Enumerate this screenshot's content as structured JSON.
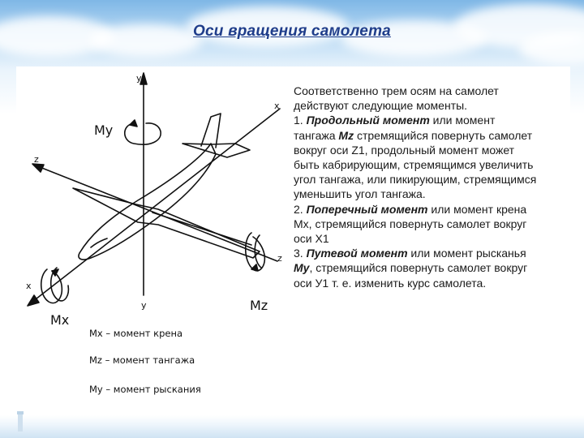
{
  "slide": {
    "title": "Оси вращения самолета"
  },
  "diagram": {
    "axis_labels": {
      "y_top": "y",
      "y_bottom": "y",
      "x_right": "x",
      "x_left": "x",
      "z_left": "z",
      "z_right": "z"
    },
    "moment_labels": {
      "my": "My",
      "mx": "Mx",
      "mz": "Mz"
    },
    "legend": [
      "Mx – момент крена",
      "Mz – момент тангажа",
      "My – момент рыскания"
    ]
  },
  "text": {
    "intro": "Соответственно трем осям на самолет действуют следующие моменты.",
    "p1_num": "1. ",
    "p1_em": "Продольный момент",
    "p1_mid1": " или момент тангажа ",
    "p1_mz": "Mz",
    "p1_rest": " стремящийся повернуть самолет вокруг оси Z1, продольный момент может быть кабрирующим, стремящимся увеличить угол тангажа, или пикирующим, стремящимся уменьшить угол тангажа.",
    "p2_num": "2. ",
    "p2_em": "Поперечный момент",
    "p2_rest": " или момент крена Mx, стремящийся повернуть самолет вокруг оси X1",
    "p3_num": "3. ",
    "p3_em": "Путевой момент",
    "p3_mid": " или момент рысканья ",
    "p3_my": "My",
    "p3_rest": ", стремящийся повернуть самолет вокруг оси  У1 т. е. изменить курс самолета."
  },
  "colors": {
    "title": "#1f3d8a",
    "sky_top": "#7fb7e6",
    "text": "#1a1a1a"
  }
}
